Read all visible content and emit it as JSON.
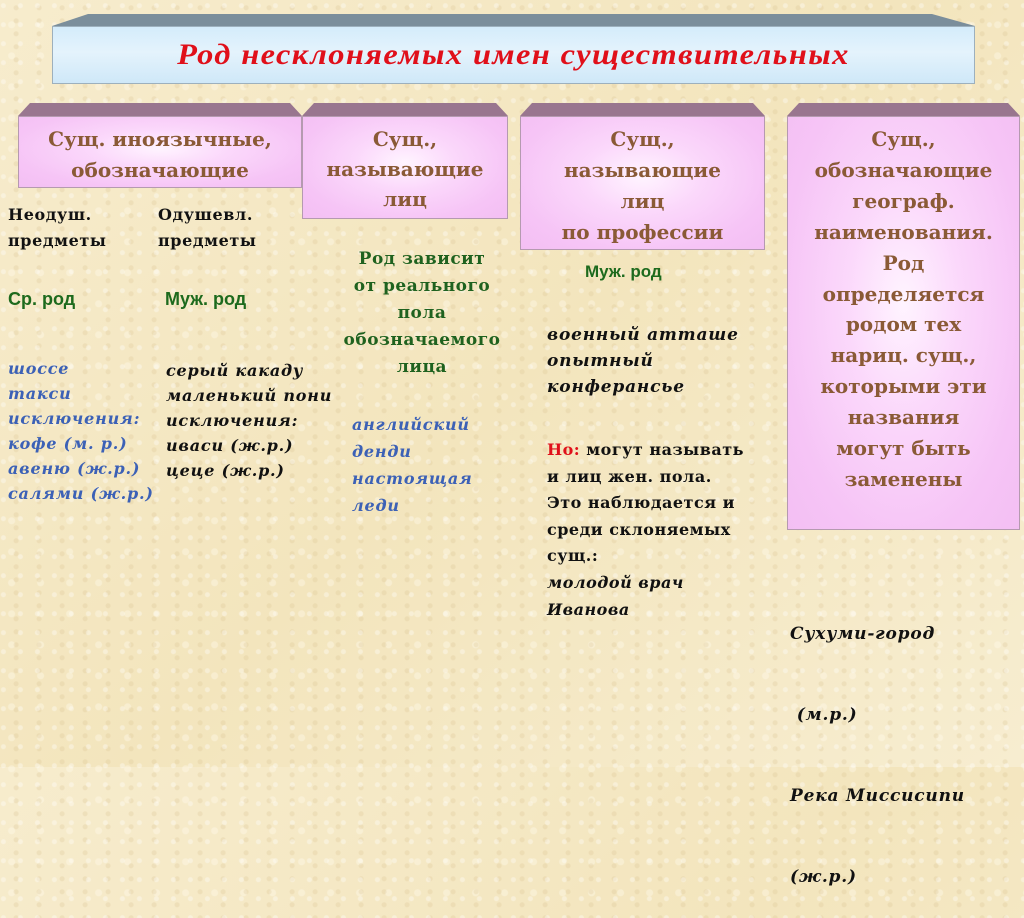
{
  "header": {
    "title": "Род несклоняемых имен существительных"
  },
  "boxes": [
    {
      "lines": [
        "Сущ. иноязычные,",
        "обозначающие"
      ]
    },
    {
      "lines": [
        "Сущ.,",
        "называющие",
        "лиц"
      ]
    },
    {
      "lines": [
        "Сущ.,",
        "называющие",
        "лиц",
        "по профессии"
      ]
    },
    {
      "lines": [
        "Сущ.,",
        "обозначающие",
        "географ.",
        "наименования.",
        "Род",
        "определяется",
        "родом тех",
        "нариц. сущ.,",
        "которыми эти",
        "названия",
        "могут быть",
        "заменены"
      ]
    }
  ],
  "foreign": {
    "inanimate": {
      "label_lines": [
        "Неодуш.",
        "предметы"
      ],
      "gender": "Ср. род",
      "examples": [
        "шоссе",
        "такси",
        "исключения:",
        "кофе (м. р.)",
        "авеню (ж.р.)",
        "салями (ж.р.)"
      ]
    },
    "animate": {
      "label_lines": [
        "Одушевл.",
        "предметы"
      ],
      "gender": "Муж. род",
      "examples": [
        "серый какаду",
        "маленький пони",
        "исключения:",
        "иваси (ж.р.)",
        "цеце (ж.р.)"
      ]
    }
  },
  "persons": {
    "rule_lines": [
      "Род зависит",
      "от реального",
      "пола",
      "обозначаемого",
      "лица"
    ],
    "examples": [
      "английский",
      "денди",
      "настоящая",
      "леди"
    ]
  },
  "professions": {
    "gender": "Муж. род",
    "examples": [
      "военный атташе",
      "опытный",
      "конферансье"
    ],
    "note_prefix": "Но:",
    "note_first_line": " могут называть",
    "note_lines": [
      "и лиц жен. пола.",
      "Это наблюдается и",
      "среди склоняемых",
      "сущ.:"
    ],
    "note_examples": [
      "молодой врач",
      "Иванова"
    ]
  },
  "geo": {
    "examples": [
      "Сухуми-город",
      " (м.р.)",
      "Река Миссисипи",
      "(ж.р.)"
    ]
  },
  "colors": {
    "title": "#e0101a",
    "box_text": "#8a5a36",
    "box_face": "#f6c4f6",
    "box_bevel": "#99768f",
    "title_face": "#d4ecfb",
    "title_bevel": "#7b8e9b",
    "green": "#1f621f",
    "blue": "#3c61b6",
    "background": "#f6ebc9"
  }
}
